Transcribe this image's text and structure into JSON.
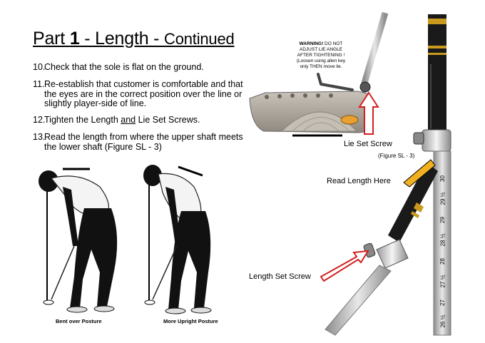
{
  "title": {
    "part": "Part",
    "number": "1",
    "sep1": " - Length - ",
    "continued": "Continued"
  },
  "steps": [
    {
      "num": "10.",
      "lines": [
        "Check that the sole is flat on the ground."
      ]
    },
    {
      "num": "11.",
      "lines": [
        "Re-establish that customer is comfortable and that",
        "the eyes are in the correct position over the line or",
        "slightly player-side of line."
      ]
    },
    {
      "num": "12.",
      "pre": "Tighten the Length ",
      "underlined": "and",
      "post": " Lie Set Screws."
    },
    {
      "num": "13.",
      "lines": [
        "Read the length from where the upper shaft meets",
        "the lower shaft (Figure SL - 3)"
      ]
    }
  ],
  "captions": {
    "bent": "Bent over Posture",
    "upright": "More Upright Posture"
  },
  "warning": {
    "bold1": "WARNING!",
    "rest1": " DO NOT",
    "line2": "ADJUST LIE ANGLE",
    "line3": "AFTER TIGHTENING !",
    "line4": "(Loosen using allen key",
    "line5": "only THEN move lie."
  },
  "callouts": {
    "lie_set_screw": "Lie Set Screw",
    "figure_ref": "(Figure SL - 3)",
    "read_length": "Read Length Here",
    "length_set_screw": "Length Set Screw"
  },
  "ruler_marks": [
    "30",
    "29 ½",
    "29",
    "28 ½",
    "28",
    "27 ½",
    "27",
    "26 ½"
  ],
  "colors": {
    "grip": "#1a1a1a",
    "grip_band": "#c99a1e",
    "arrow_red": "#d22020",
    "arrow_yellow": "#f0b020",
    "steel": "#b8b8b8",
    "putter_head": "#a9a39a"
  }
}
